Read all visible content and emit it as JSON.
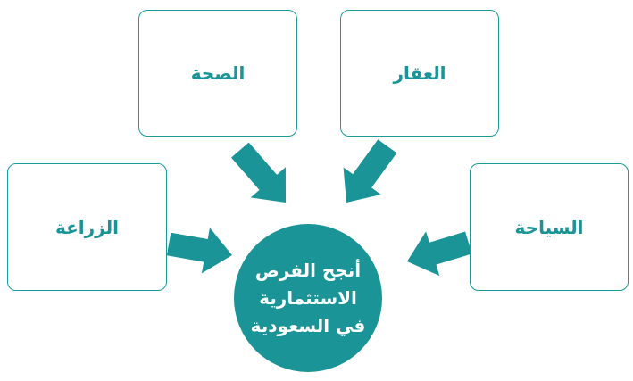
{
  "colors": {
    "accent": "#1a9497",
    "border": "#1b9a9c",
    "background": "#ffffff"
  },
  "boxes": {
    "health": "الصحة",
    "real_estate": "العقار",
    "agriculture": "الزراعة",
    "tourism": "السياحة"
  },
  "center": {
    "lines": [
      "أنجح الفرص",
      "الاستثمارية",
      "في السعودية"
    ]
  }
}
